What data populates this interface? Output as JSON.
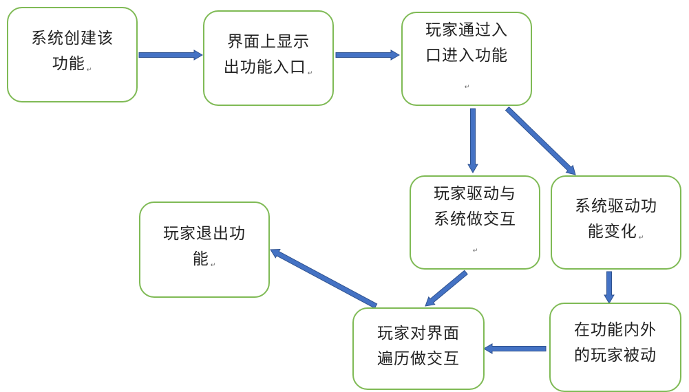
{
  "diagram": {
    "nodes": [
      {
        "id": "n1",
        "text": "系统创建该功能"
      },
      {
        "id": "n2",
        "text": "界面上显示出功能入口"
      },
      {
        "id": "n3",
        "text": "玩家通过入口进入功能"
      },
      {
        "id": "n4",
        "text": "玩家驱动与系统做交互"
      },
      {
        "id": "n5",
        "text": "系统驱动功能变化"
      },
      {
        "id": "n6",
        "text": "玩家退出功能"
      },
      {
        "id": "n7",
        "text": "玩家对界面遍历做交互"
      },
      {
        "id": "n8",
        "text": "在功能内外的玩家被动"
      }
    ],
    "edges": [
      {
        "from": "n1",
        "to": "n2"
      },
      {
        "from": "n2",
        "to": "n3"
      },
      {
        "from": "n3",
        "to": "n4"
      },
      {
        "from": "n3",
        "to": "n5"
      },
      {
        "from": "n4",
        "to": "n7"
      },
      {
        "from": "n5",
        "to": "n8"
      },
      {
        "from": "n8",
        "to": "n7"
      },
      {
        "from": "n7",
        "to": "n6"
      }
    ],
    "paragraph_mark": "↵",
    "colors": {
      "node_border": "#7fba55",
      "arrow_fill": "#4472c4",
      "arrow_stroke": "#2f528f"
    }
  }
}
